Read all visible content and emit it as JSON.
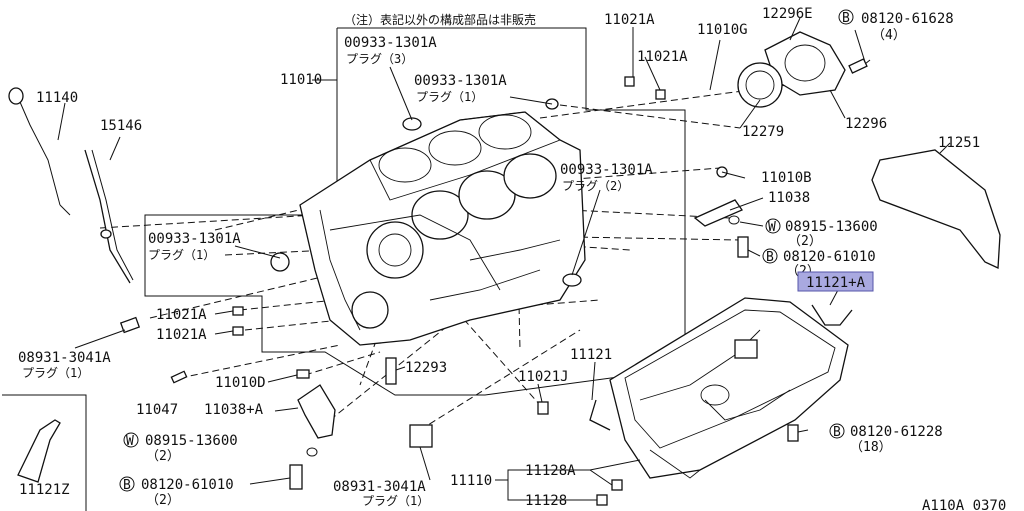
{
  "figure_code": "A110A 0370",
  "note": "（注）表記以外の構成部品は非販売",
  "bolt_marker": "B",
  "washer_marker": "W",
  "labels": {
    "p11021A_1": "11021A",
    "p11021A_2": "11021A",
    "p11010G": "11010G",
    "p12296E": "12296E",
    "p0812061628": "08120-61628",
    "q4": "（4）",
    "p11010": "11010",
    "plug_a_pn": "00933-1301A",
    "plug_a_name": "プラグ（3）",
    "plug_b_pn": "00933-1301A",
    "plug_b_name": "プラグ（1）",
    "p12279": "12279",
    "p12296": "12296",
    "p11251": "11251",
    "plug_c_pn": "00933-1301A",
    "plug_c_name": "プラグ（2）",
    "p11010B": "11010B",
    "p11038": "11038",
    "p0891513600_r": "08915-13600",
    "q2_a": "（2）",
    "p0812061010_r": "08120-61010",
    "q2_b": "（2）",
    "p11140": "11140",
    "p15146": "15146",
    "plug_d_pn": "00933-1301A",
    "plug_d_name": "プラグ（1）",
    "p11121A": "11121+A",
    "p11021A_3": "11021A",
    "p11021A_4": "11021A",
    "p0893130041A_l": "08931-3041A",
    "plug_e_name": "プラグ（1）",
    "p12293": "12293",
    "p11121": "11121",
    "p11010D": "11010D",
    "p11021J": "11021J",
    "p11047": "11047",
    "p11038A": "11038+A",
    "p0891513600_l": "08915-13600",
    "q2_c": "（2）",
    "p0812061228": "08120-61228",
    "q18": "（18）",
    "p0812061010_l": "08120-61010",
    "q2_d": "（2）",
    "p0893130041A_b": "08931-3041A",
    "plug_f_name": "プラグ（1）",
    "p11110": "11110",
    "p11128A": "11128A",
    "p11128": "11128",
    "p11121Z": "11121Z"
  },
  "highlight": {
    "part": "11121+A",
    "color": "#a9a9e0"
  }
}
